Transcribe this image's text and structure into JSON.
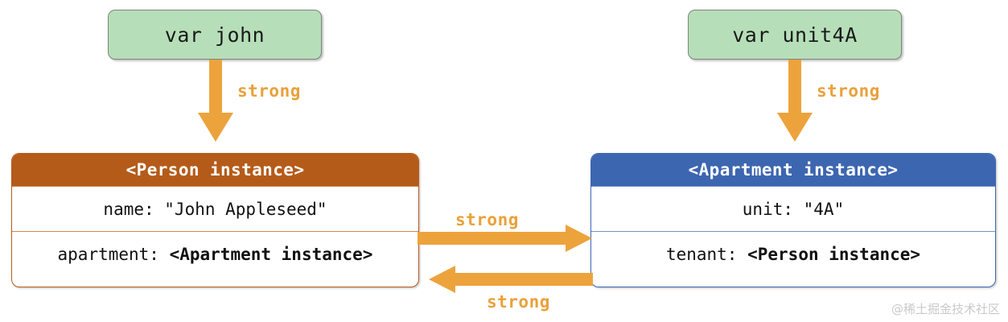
{
  "diagram": {
    "title": "Swift strong reference cycle between Person and Apartment instances",
    "colors": {
      "variable_box_fill": "#b6dfb9",
      "variable_box_border": "#7f8380",
      "person_header": "#b55b1a",
      "apartment_header": "#3d66b0",
      "arrow": "#eda33c",
      "strong_label": "#e9a13b",
      "watermark": "#c9c9c9"
    },
    "variables": [
      {
        "id": "var-john",
        "label": "var john"
      },
      {
        "id": "var-unit4a",
        "label": "var unit4A"
      }
    ],
    "instances": [
      {
        "id": "person-instance",
        "header": "<Person instance>",
        "rows": [
          {
            "key": "name: ",
            "value": "\"John Appleseed\"",
            "bold_value": false
          },
          {
            "key": "apartment: ",
            "value": "<Apartment instance>",
            "bold_value": true
          }
        ]
      },
      {
        "id": "apartment-instance",
        "header": "<Apartment instance>",
        "rows": [
          {
            "key": "unit: ",
            "value": "\"4A\"",
            "bold_value": false
          },
          {
            "key": "tenant: ",
            "value": "<Person instance>",
            "bold_value": true
          }
        ]
      }
    ],
    "arrows": [
      {
        "id": "arrow-john-down",
        "label": "strong",
        "direction": "down",
        "from": "var john",
        "to": "<Person instance>"
      },
      {
        "id": "arrow-unit4a-down",
        "label": "strong",
        "direction": "down",
        "from": "var unit4A",
        "to": "<Apartment instance>"
      },
      {
        "id": "arrow-person-to-apt",
        "label": "strong",
        "direction": "right",
        "from": "<Person instance>",
        "to": "<Apartment instance>"
      },
      {
        "id": "arrow-apt-to-person",
        "label": "strong",
        "direction": "left",
        "from": "<Apartment instance>",
        "to": "<Person instance>"
      }
    ],
    "watermark": "@稀土掘金技术社区"
  }
}
